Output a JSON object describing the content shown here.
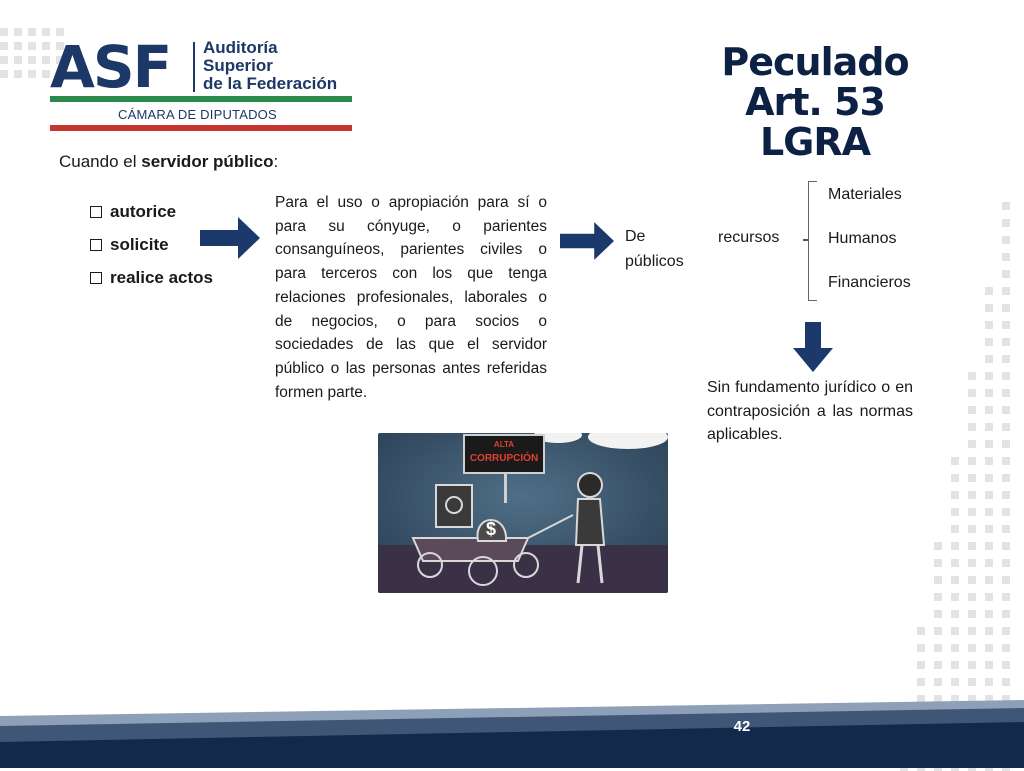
{
  "logo": {
    "acronym": "ASF",
    "line1": "Auditoría",
    "line2": "Superior",
    "line3": "de la Federación",
    "chamber": "CÁMARA DE DIPUTADOS"
  },
  "title": {
    "line1": "Peculado",
    "line2": "Art. 53",
    "line3": "LGRA"
  },
  "intro": {
    "prefix": "Cuando el ",
    "bold": "servidor público",
    "suffix": ":"
  },
  "bullets": [
    "autorice",
    "solicite",
    "realice actos"
  ],
  "paragraph": "Para el uso o apropiación para sí o para su cónyuge, o parientes consanguíneos, parientes civiles o para terceros con los que tenga relaciones profesionales, laborales o de negocios, o para socios o sociedades de las que el servidor público o las personas antes referidas formen parte.",
  "resources": {
    "de": "De",
    "publicos": "públicos",
    "recursos": "recursos",
    "types": [
      "Materiales",
      "Humanos",
      "Financieros"
    ]
  },
  "conclusion": "Sin fundamento jurídico o en contraposición a las normas aplicables.",
  "illustration": {
    "sign_line1": "ALTA",
    "sign_line2": "CORRUPCIÓN",
    "money_symbol": "$"
  },
  "footer": {
    "page_number": "42"
  },
  "colors": {
    "navy": "#1c3867",
    "title": "#0d2145",
    "arrow": "#1b3a6b",
    "green": "#2a8a4b",
    "red": "#c8352f",
    "footer_dark": "#13294b",
    "footer_light": "#8da0b8"
  }
}
